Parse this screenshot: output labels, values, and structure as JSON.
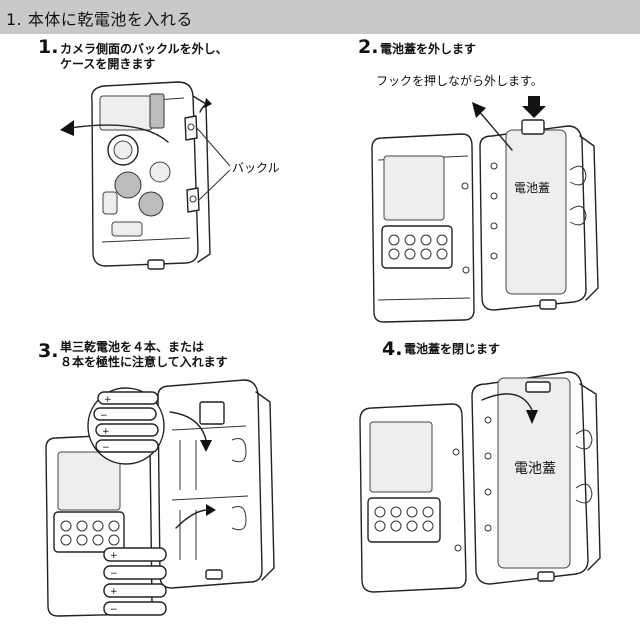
{
  "header": {
    "title": "1. 本体に乾電池を入れる"
  },
  "steps": [
    {
      "number": "1.",
      "lines": [
        "カメラ側面のバックルを外し、",
        "ケースを開きます"
      ]
    },
    {
      "number": "2.",
      "lines": [
        "電池蓋を外します"
      ]
    },
    {
      "number": "3.",
      "lines": [
        "単三乾電池を４本、または",
        "８本を極性に注意して入れます"
      ]
    },
    {
      "number": "4.",
      "lines": [
        "電池蓋を閉じます"
      ]
    }
  ],
  "labels": {
    "buckle": "バックル",
    "hook_note": "フックを押しながら外します。",
    "battery_cover_2": "電池蓋",
    "battery_cover_4": "電池蓋"
  },
  "icons": [
    "curved-arrow",
    "battery-aa",
    "camera-front",
    "camera-open"
  ]
}
